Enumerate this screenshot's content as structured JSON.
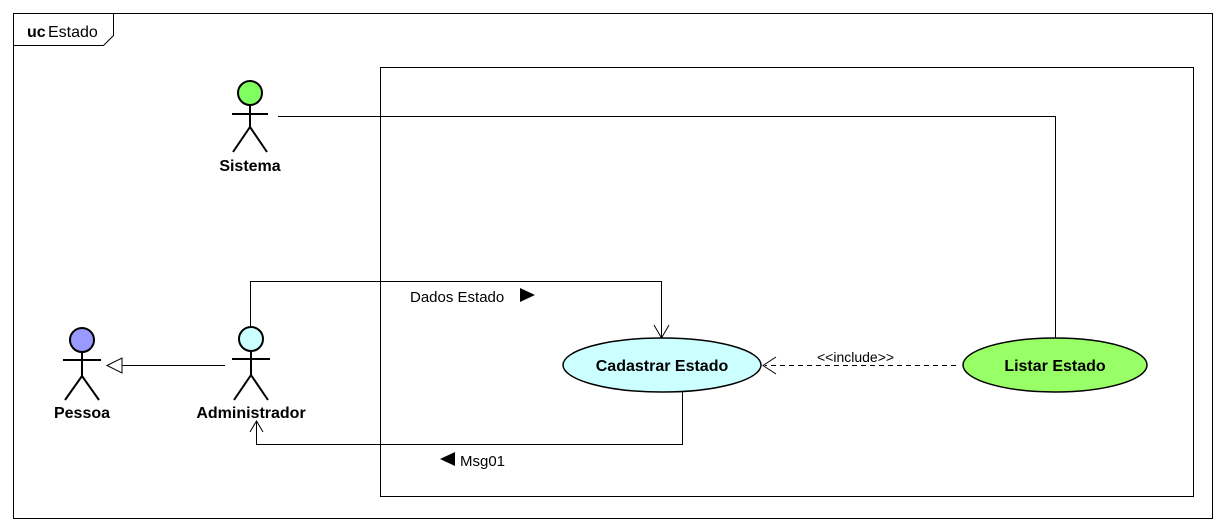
{
  "frame": {
    "keyword": "uc",
    "name": "Estado"
  },
  "actors": {
    "sistema": {
      "label": "Sistema",
      "color": "#80ff60"
    },
    "pessoa": {
      "label": "Pessoa",
      "color": "#9999ff"
    },
    "administrador": {
      "label": "Administrador",
      "color": "#ccffff"
    }
  },
  "use_cases": {
    "cadastrar": {
      "label": "Cadastrar Estado",
      "color": "#ccffff"
    },
    "listar": {
      "label": "Listar Estado",
      "color": "#99ff66"
    }
  },
  "relations": {
    "include_label": "<<include>>",
    "msg_dados": "Dados Estado",
    "msg_01": "Msg01"
  }
}
